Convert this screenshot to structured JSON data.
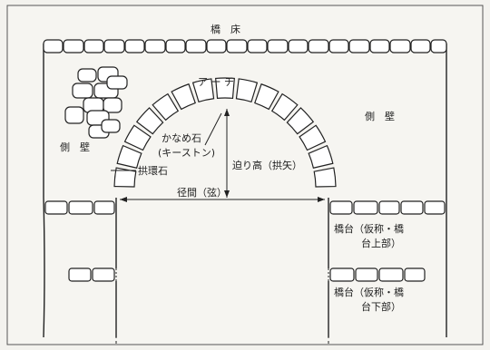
{
  "labels": {
    "deck": "橋　床",
    "arch": "ア ー チ",
    "side_wall_left": "側　壁",
    "side_wall_right": "側　壁",
    "keystone_line1": "かなめ石",
    "keystone_line2": "(キーストン)",
    "springer": "拱環石",
    "rise": "迫り高（拱矢）",
    "span": "径間（弦）",
    "abutment_upper_line1": "橋台（仮称・橋",
    "abutment_upper_line2": "台上部）",
    "abutment_lower_line1": "橋台（仮称・橋",
    "abutment_lower_line2": "台下部）"
  }
}
